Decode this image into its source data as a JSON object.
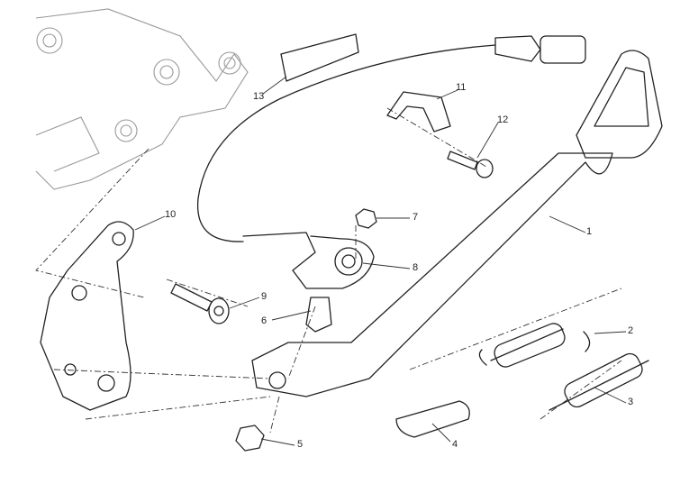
{
  "diagram": {
    "title": "Side stand exploded parts diagram",
    "callouts": [
      {
        "id": "1",
        "label": "1"
      },
      {
        "id": "2",
        "label": "2"
      },
      {
        "id": "3",
        "label": "3"
      },
      {
        "id": "4",
        "label": "4"
      },
      {
        "id": "5",
        "label": "5"
      },
      {
        "id": "6",
        "label": "6"
      },
      {
        "id": "7",
        "label": "7"
      },
      {
        "id": "8",
        "label": "8"
      },
      {
        "id": "9",
        "label": "9"
      },
      {
        "id": "10",
        "label": "10"
      },
      {
        "id": "11",
        "label": "11"
      },
      {
        "id": "12",
        "label": "12"
      },
      {
        "id": "13",
        "label": "13"
      }
    ]
  }
}
